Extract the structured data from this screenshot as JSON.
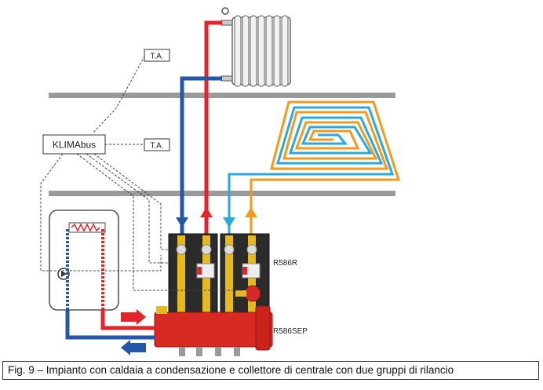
{
  "labels": {
    "ta_top": "T.A.",
    "ta_middle": "T.A.",
    "klimabus": "KLIMAbus",
    "r586r": "R586R",
    "r586sep": "R586SEP"
  },
  "caption": "Fig. 9 – Impianto con caldaia a condensazione e collettore di centrale con due gruppi di rilancio",
  "colors": {
    "hot": "#e2252b",
    "cold": "#2457a8",
    "floor_cold": "#29a8e0",
    "floor_hot": "#f39a1e",
    "slab": "#9a9a9a",
    "module": "#2b2b2b",
    "brass": "#e6b91e"
  }
}
